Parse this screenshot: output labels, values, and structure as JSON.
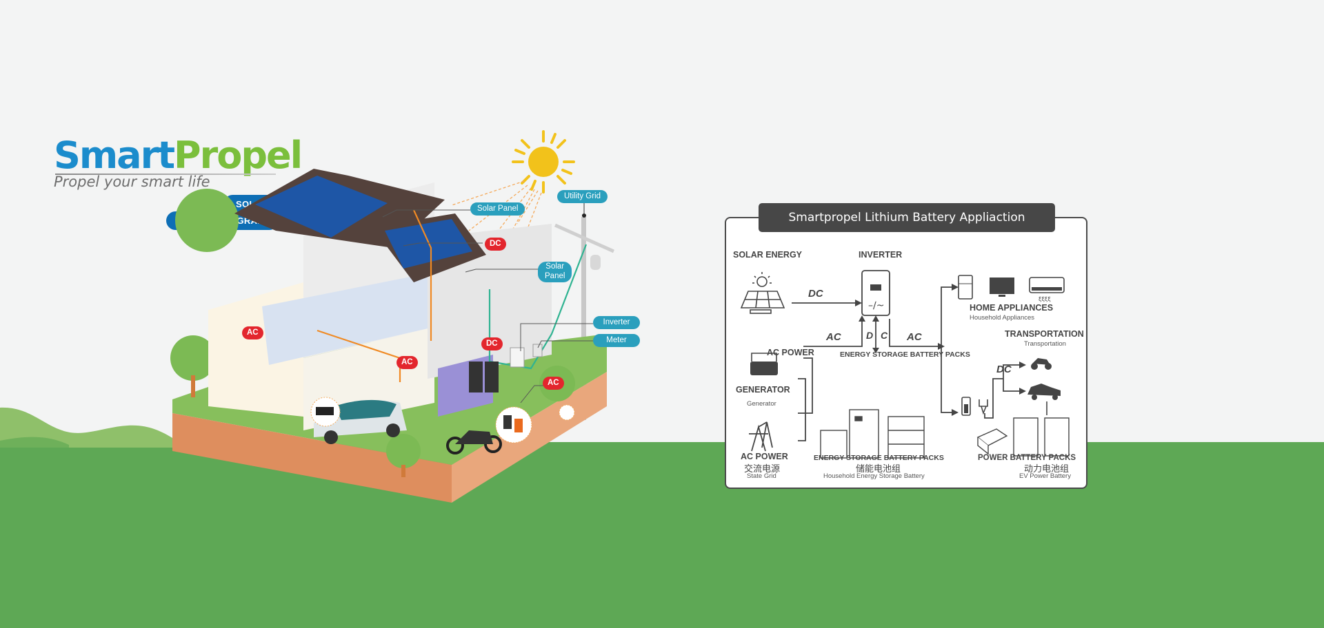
{
  "brand": {
    "logo_part1": "Smart",
    "logo_part2": "Propel",
    "tagline": "Propel your smart life",
    "colors": {
      "blue": "#1b8ccc",
      "green": "#7bbf3c",
      "ground": "#5ea855"
    }
  },
  "illustration": {
    "heading_line1": "SOLAR BATTERY",
    "heading_line2": "SYSTEM DIAGRAM",
    "labels": {
      "solar_panel_1": "Solar Panel",
      "solar_panel_2_line1": "Solar",
      "solar_panel_2_line2": "Panel",
      "utility_grid": "Utility Grid",
      "inverter": "Inverter",
      "meter": "Meter",
      "dc": "DC",
      "ac": "AC"
    }
  },
  "application_panel": {
    "title": "Smartpropel Lithium Battery Appliaction",
    "solar_energy": "SOLAR ENERGY",
    "inverter": "INVERTER",
    "flow_dc": "DC",
    "flow_ac": "AC",
    "flow_d": "D",
    "flow_c": "C",
    "ac_power_top": "AC POWER",
    "energy_storage_top": "ENERGY STORAGE BATTERY PACKS",
    "generator": "GENERATOR",
    "generator_sub": "Generator",
    "ac_power": "AC POWER",
    "ac_power_cn": "交流电源",
    "ac_power_sub": "State Grid",
    "energy_storage": "ENERGY STORAGE BATTERY PACKS",
    "energy_storage_cn": "储能电池组",
    "energy_storage_sub": "Household Energy Storage Battery",
    "home_appliances": "HOME APPLIANCES",
    "home_appliances_sub": "Household Appliances",
    "transportation": "TRANSPORTATION",
    "transportation_sub": "Transportation",
    "power_battery": "POWER BATTERY PACKS",
    "power_battery_cn": "动力电池组",
    "power_battery_sub": "EV Power Battery"
  }
}
